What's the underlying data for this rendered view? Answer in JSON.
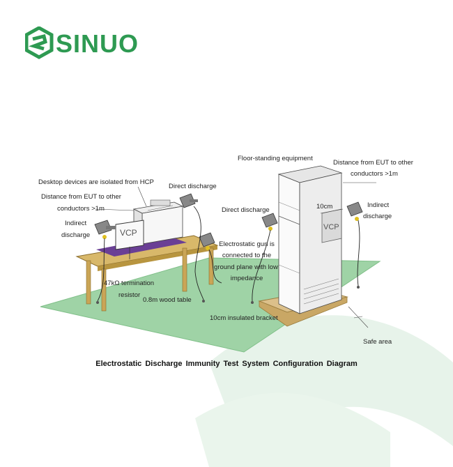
{
  "brand": {
    "name": "SINUO",
    "color": "#2e9a52"
  },
  "labels": {
    "floor_standing": "Floor-standing equipment",
    "distance_right_1": "Distance from EUT to other",
    "distance_right_2": "conductors >1m",
    "desktop_isolated": "Desktop devices are isolated from HCP",
    "direct_discharge_left": "Direct discharge",
    "distance_left_1": "Distance from EUT to other",
    "distance_left_2": "conductors >1m",
    "direct_discharge_mid": "Direct discharge",
    "ten_cm": "10cm",
    "indirect_right_1": "Indirect",
    "indirect_right_2": "discharge",
    "indirect_left_1": "Indirect",
    "indirect_left_2": "discharge",
    "esd_gun_1": "Electrostatic gun is",
    "esd_gun_2": "connected to the",
    "esd_gun_3": "ground plane with low",
    "esd_gun_4": "impedance",
    "resistor_1": "47kΩ termination",
    "resistor_2": "resistor",
    "wood_table": "0.8m wood table",
    "bracket": "10cm insulated bracket",
    "safe_area": "Safe area",
    "vcp_left": "VCP",
    "vcp_right": "VCP"
  },
  "caption": "Electrostatic  Discharge  Immunity Test System Configuration Diagram",
  "colors": {
    "ground_plane": "#9fd3a6",
    "hcp": "#6a3f95",
    "table": "#d8b86a",
    "bracket": "#dcc08a",
    "cabinet": "#f1f1f1",
    "watermark": "#e7f3ea"
  }
}
